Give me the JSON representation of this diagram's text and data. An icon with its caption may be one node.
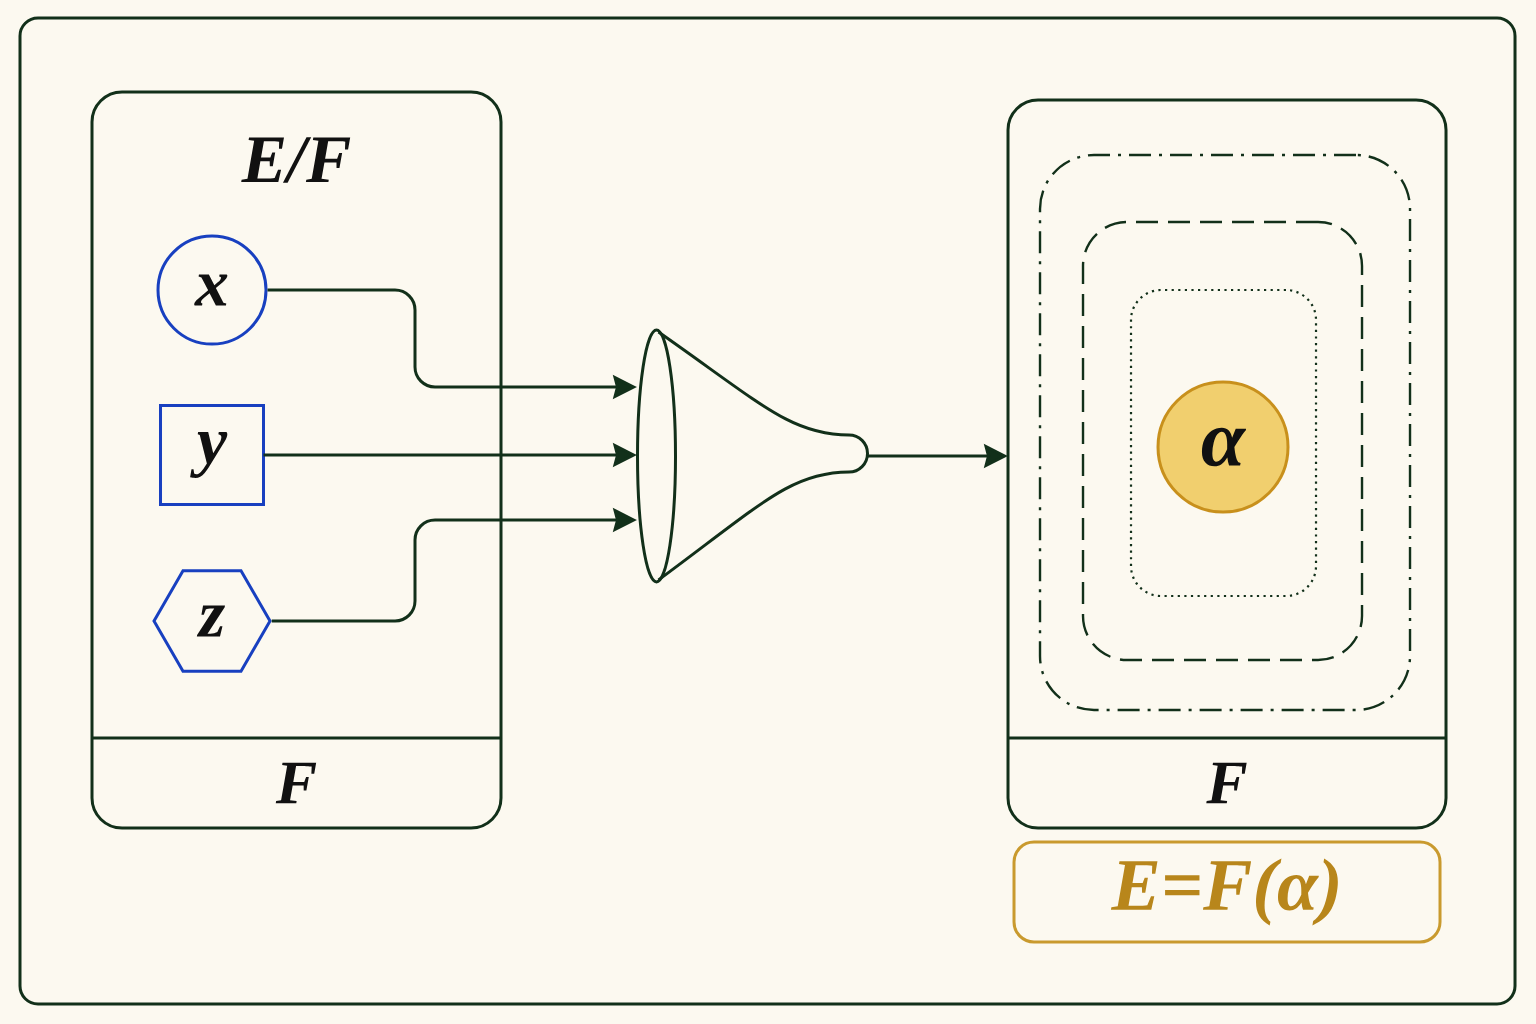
{
  "diagram": {
    "nodes": [
      {
        "text": [
          "E/F"
        ]
      },
      {
        "text": [
          "x"
        ],
        "in": 0
      },
      {
        "text": [
          "y"
        ],
        "in": 0
      },
      {
        "text": [
          "z"
        ],
        "in": 0
      },
      {
        "text": [
          "F"
        ],
        "in": 0
      },
      {
        "text": [],
        "shape": "funnel"
      },
      {
        "text": [],
        "shape": "box"
      },
      {
        "text": [],
        "shape": "box",
        "in": 6
      },
      {
        "text": [],
        "shape": "box",
        "in": 7
      },
      {
        "text": [],
        "shape": "box",
        "in": 8
      },
      {
        "text": [
          "α"
        ],
        "in": 9
      },
      {
        "text": [
          "F"
        ],
        "in": 6
      },
      {
        "text": [
          "E=F(α)"
        ]
      }
    ],
    "edges": [
      {
        "from": 1,
        "to": 5,
        "arrow": "to"
      },
      {
        "from": 2,
        "to": 5,
        "arrow": "to"
      },
      {
        "from": 3,
        "to": 5,
        "arrow": "to"
      },
      {
        "from": 5,
        "to": 6,
        "arrow": "to"
      }
    ]
  }
}
